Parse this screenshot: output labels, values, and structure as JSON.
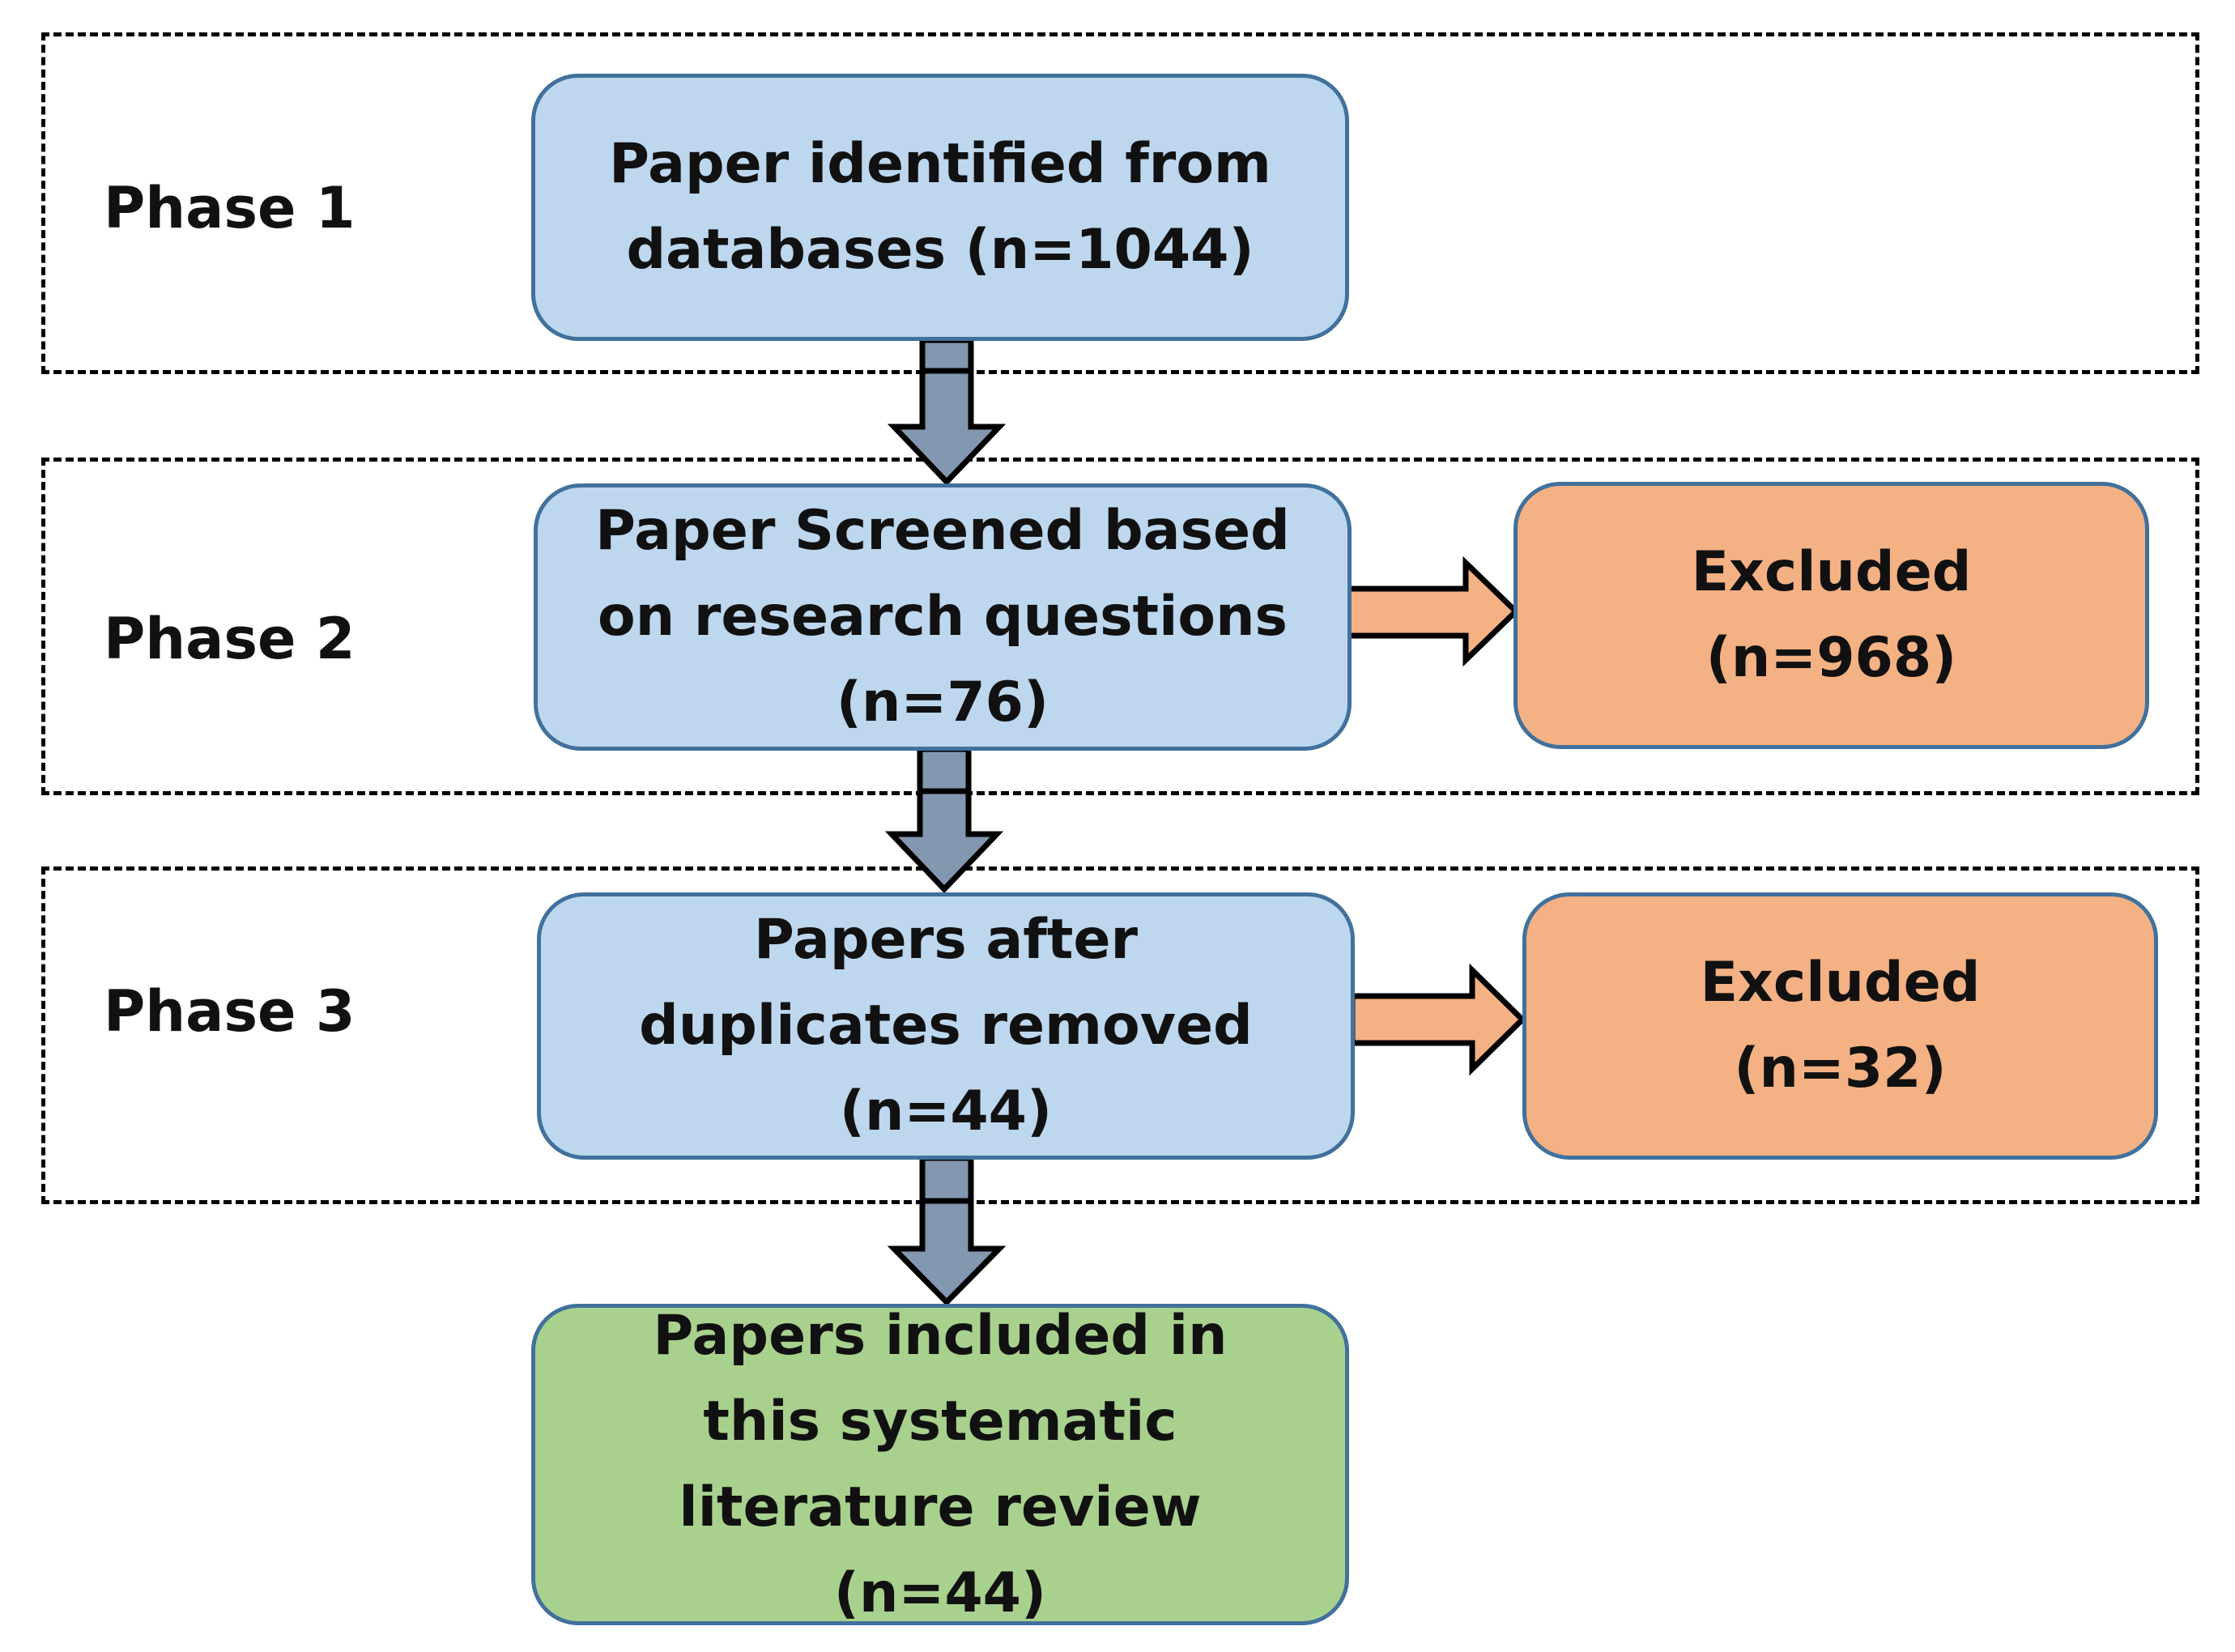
{
  "phases": [
    {
      "label": "Phase 1"
    },
    {
      "label": "Phase 2"
    },
    {
      "label": "Phase 3"
    }
  ],
  "nodes": {
    "identified": "Paper identified from databases (n=1044)",
    "screened": "Paper Screened based on research questions (n=76)",
    "excluded_screening": "Excluded (n=968)",
    "deduplicated": "Papers after duplicates removed (n=44)",
    "excluded_duplicates": "Excluded (n=32)",
    "included": "Papers included in this systematic literature review (n=44)"
  },
  "colors": {
    "process_fill": "#bdd7ee",
    "excluded_fill": "#f4b183",
    "included_fill": "#a9d18e",
    "node_border": "#41719c",
    "down_arrow_fill": "#8497b0",
    "side_arrow_fill": "#f4b183"
  }
}
